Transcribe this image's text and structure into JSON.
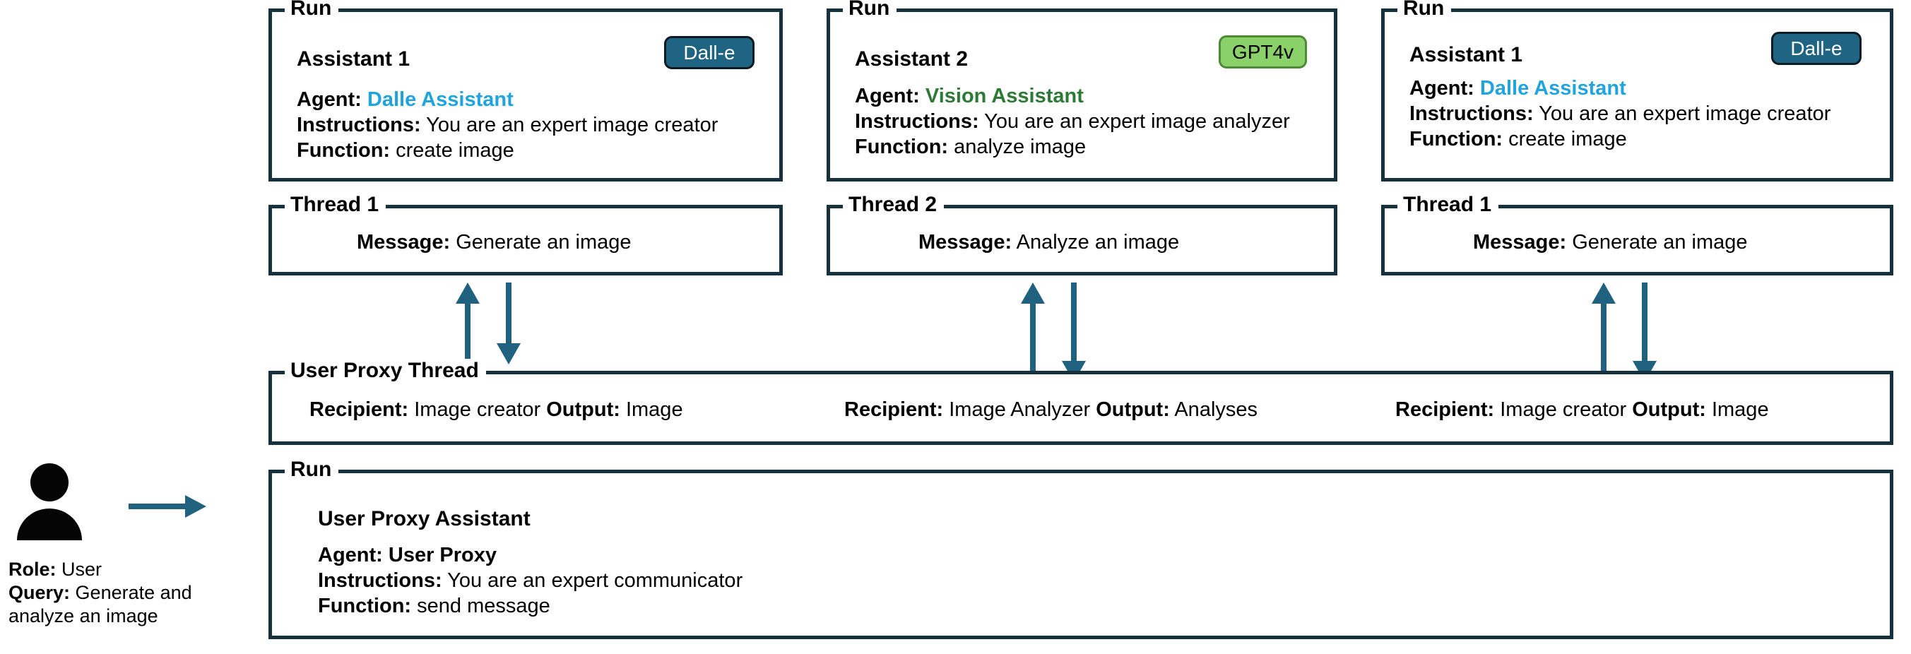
{
  "diagram": {
    "title": "Multi-agent assistant run diagram",
    "colors": {
      "border": "#16303d",
      "arrow": "#216180",
      "dalle_badge_bg": "#1f6483",
      "gpt4v_badge_bg": "#8ad16a",
      "dalle_agent_text": "#21a4dd",
      "vision_agent_text": "#2c7a35"
    }
  },
  "user": {
    "icon": "person-icon",
    "arrow_icon": "arrow-right-icon",
    "role_label": "Role:",
    "role_value": "User",
    "query_label": "Query:",
    "query_value": "Generate and analyze an image"
  },
  "runs": [
    {
      "legend": "Run",
      "title": "Assistant 1",
      "badge": "Dall-e",
      "badge_style": "dalle",
      "agent_label": "Agent:",
      "agent_value": "Dalle Assistant",
      "instructions_label": "Instructions:",
      "instructions_value": "You are an expert image creator",
      "function_label": "Function:",
      "function_value": "create image"
    },
    {
      "legend": "Run",
      "title": "Assistant 2",
      "badge": "GPT4v",
      "badge_style": "gpt4v",
      "agent_label": "Agent:",
      "agent_value": "Vision Assistant",
      "instructions_label": "Instructions:",
      "instructions_value": "You are an expert image analyzer",
      "function_label": "Function:",
      "function_value": "analyze image"
    },
    {
      "legend": "Run",
      "title": "Assistant 1",
      "badge": "Dall-e",
      "badge_style": "dalle",
      "agent_label": "Agent:",
      "agent_value": "Dalle Assistant",
      "instructions_label": "Instructions:",
      "instructions_value": "You are an expert image creator",
      "function_label": "Function:",
      "function_value": "create image"
    }
  ],
  "threads": [
    {
      "legend": "Thread 1",
      "message_label": "Message:",
      "message_value": "Generate an image"
    },
    {
      "legend": "Thread 2",
      "message_label": "Message:",
      "message_value": "Analyze an image"
    },
    {
      "legend": "Thread 1",
      "message_label": "Message:",
      "message_value": "Generate an image"
    }
  ],
  "user_proxy_thread": {
    "legend": "User Proxy Thread",
    "entries": [
      {
        "recipient_label": "Recipient:",
        "recipient_value": "Image creator",
        "output_label": "Output:",
        "output_value": "Image"
      },
      {
        "recipient_label": "Recipient:",
        "recipient_value": "Image Analyzer",
        "output_label": "Output:",
        "output_value": "Analyses"
      },
      {
        "recipient_label": "Recipient:",
        "recipient_value": "Image creator",
        "output_label": "Output:",
        "output_value": "Image"
      }
    ]
  },
  "user_proxy_run": {
    "legend": "Run",
    "title": "User Proxy Assistant",
    "agent_label": "Agent:",
    "agent_value": "User Proxy",
    "instructions_label": "Instructions:",
    "instructions_value": "You are an expert communicator",
    "function_label": "Function:",
    "function_value": "send message"
  },
  "arrows": {
    "up_icon": "arrow-up-icon",
    "down_icon": "arrow-down-icon",
    "right_icon": "arrow-right-icon"
  }
}
